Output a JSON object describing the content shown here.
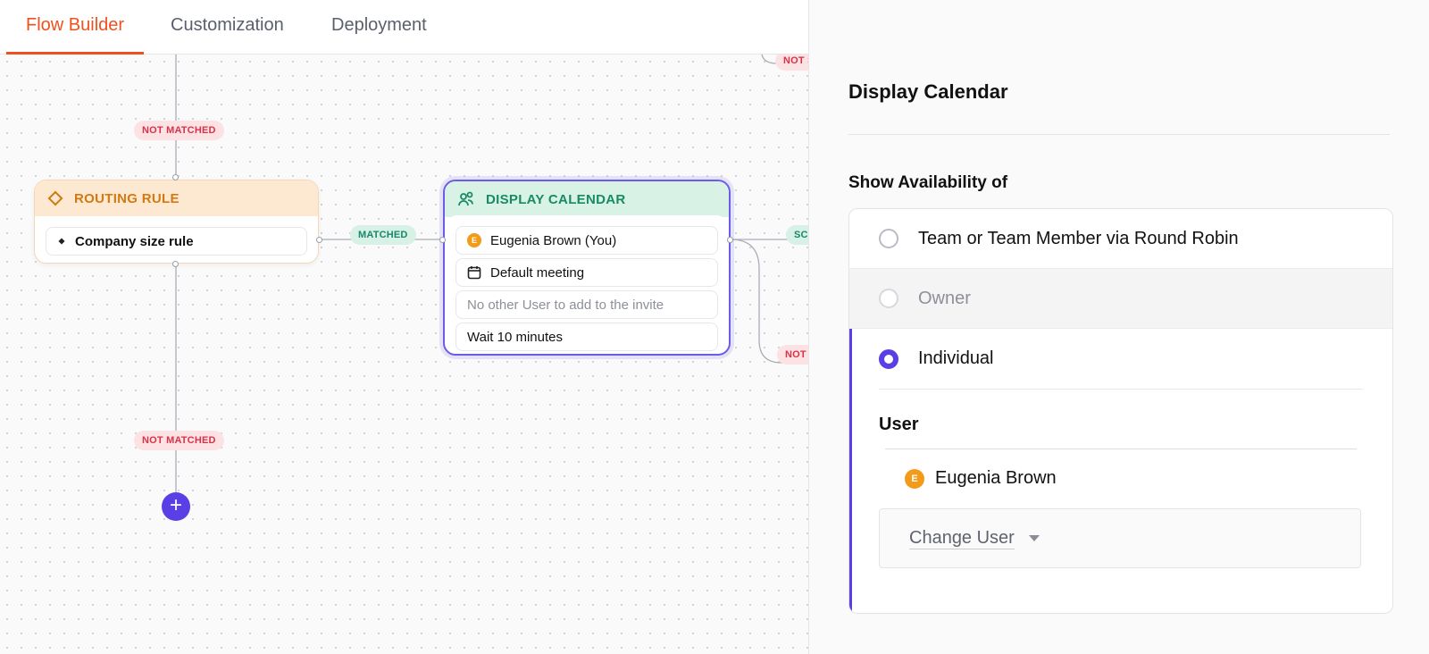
{
  "tabs": {
    "flow_builder": "Flow Builder",
    "customization": "Customization",
    "deployment": "Deployment"
  },
  "canvas": {
    "badges": {
      "not_matched": "NOT MATCHED",
      "matched": "MATCHED",
      "partial_sc": "SC",
      "partial_not_top": "NOT S",
      "partial_not_bottom": "NOT S"
    },
    "routing_node": {
      "title": "ROUTING RULE",
      "rule": "Company size rule"
    },
    "display_node": {
      "title": "DISPLAY CALENDAR",
      "user": "Eugenia Brown (You)",
      "avatar_initial": "E",
      "meeting": "Default meeting",
      "invite_placeholder": "No other User to add to the invite",
      "wait": "Wait 10 minutes"
    },
    "add_button": "+"
  },
  "panel": {
    "title": "Display Calendar",
    "section_label": "Show Availability of",
    "options": [
      {
        "label": "Team or Team Member via Round Robin",
        "state": "unselected"
      },
      {
        "label": "Owner",
        "state": "disabled"
      },
      {
        "label": "Individual",
        "state": "selected"
      }
    ],
    "user_label": "User",
    "selected_user": {
      "initial": "E",
      "name": "Eugenia Brown"
    },
    "change_user": "Change User"
  },
  "colors": {
    "accent_orange": "#f0501c",
    "primary_purple": "#5b3fe6",
    "routing_orange": "#d27a12",
    "calendar_green": "#1a8a66",
    "badge_red": "#d8324a",
    "avatar_orange": "#f39a19"
  }
}
